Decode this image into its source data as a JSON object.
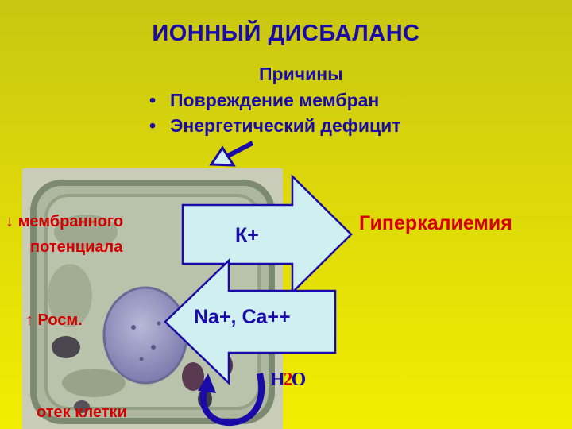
{
  "title": "ИОННЫЙ ДИСБАЛАНС",
  "causes": {
    "heading": "Причины",
    "items": [
      "Повреждение мембран",
      "Энергетический дефицит"
    ]
  },
  "labels": {
    "membrane_arrow": "↓",
    "membrane_line1": "мембранного",
    "membrane_line2": "потенциала",
    "posm": "↑ Росм.",
    "edema": "отек клетки",
    "hyperkalemia": "Гиперкалиемия",
    "water_h": "Н",
    "water_sub": "2",
    "water_o": "О"
  },
  "arrows": {
    "out_label": "К+",
    "in_label": "Na+,  Ca++"
  },
  "colors": {
    "text_blue": "#1a0aa8",
    "text_red": "#d40000",
    "arrow_fill": "#cfeff0",
    "arrow_stroke": "#1a0aa8"
  }
}
